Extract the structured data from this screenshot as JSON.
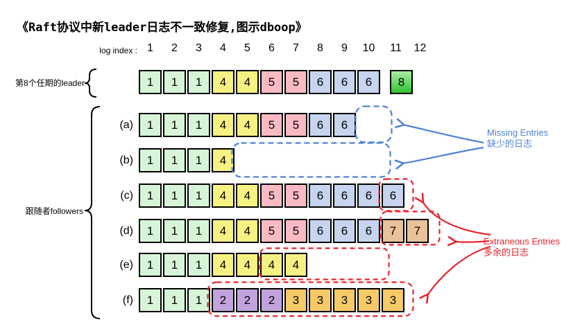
{
  "title": "《Raft协议中新leader日志不一致修复,图示dboop》",
  "log_index": {
    "label": "log index :",
    "indices": [
      "1",
      "2",
      "3",
      "4",
      "5",
      "6",
      "7",
      "8",
      "9",
      "10",
      "11",
      "12"
    ]
  },
  "leader": {
    "label": "第8个任期的leader",
    "terms": [
      1,
      1,
      1,
      4,
      4,
      5,
      5,
      6,
      6,
      6
    ],
    "new_term_cells": [
      8
    ]
  },
  "followers": {
    "label": "跟随者followers",
    "rows": [
      {
        "id": "a",
        "label": "(a)",
        "terms": [
          1,
          1,
          1,
          4,
          4,
          5,
          5,
          6,
          6
        ]
      },
      {
        "id": "b",
        "label": "(b)",
        "terms": [
          1,
          1,
          1,
          4
        ]
      },
      {
        "id": "c",
        "label": "(c)",
        "terms": [
          1,
          1,
          1,
          4,
          4,
          5,
          5,
          6,
          6,
          6,
          6
        ]
      },
      {
        "id": "d",
        "label": "(d)",
        "terms": [
          1,
          1,
          1,
          4,
          4,
          5,
          5,
          6,
          6,
          6,
          7,
          7
        ]
      },
      {
        "id": "e",
        "label": "(e)",
        "terms": [
          1,
          1,
          1,
          4,
          4,
          4,
          4
        ]
      },
      {
        "id": "f",
        "label": "(f)",
        "terms": [
          1,
          1,
          1,
          2,
          2,
          2,
          3,
          3,
          3,
          3,
          3
        ]
      }
    ]
  },
  "annotations": {
    "missing": {
      "title": "Missing Entries",
      "subtitle": "缺少的日志",
      "color": "#4d82d8"
    },
    "extraneous": {
      "title": "Extraneous Entries",
      "subtitle": "多余的日志",
      "color": "#e8242c"
    }
  },
  "term_colors": {
    "1": "#d6f5d6",
    "2": "#c2a3dd",
    "3": "#f7ca69",
    "4": "#f6f183",
    "5": "#f9bac4",
    "6": "#c6d4ef",
    "7": "#eac29a",
    "8": [
      "#aaeda6",
      "#2fc42f"
    ]
  },
  "stroke": {
    "black": "#000000"
  }
}
